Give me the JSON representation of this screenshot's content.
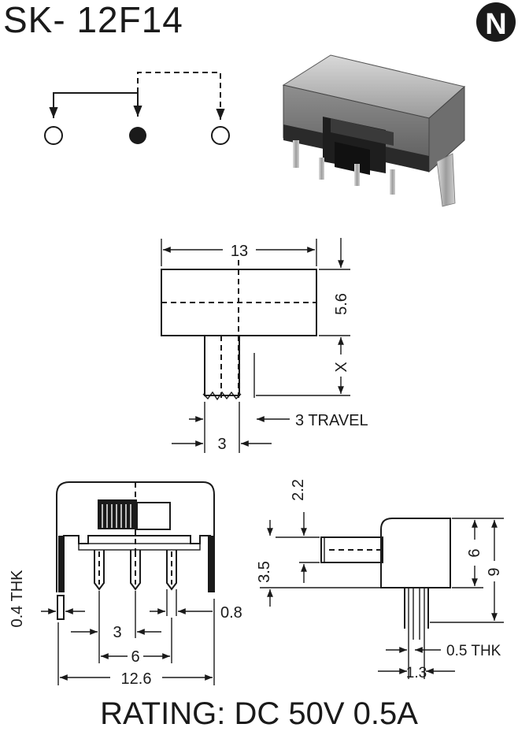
{
  "title": "SK- 12F14",
  "logo_letter": "N",
  "rating": "RATING: DC 50V 0.5A",
  "top_view": {
    "width_label": "13",
    "height_label": "5.6",
    "x_label": "X",
    "travel_label": "3 TRAVEL",
    "knob_width_label": "3"
  },
  "front_view": {
    "thk_label": "0.4 THK",
    "pin_pitch_label": "3",
    "pin_width_label": "0.8",
    "pin_span_label": "6",
    "total_width_label": "12.6"
  },
  "side_view": {
    "knob_label": "2.2",
    "knob_offset_label": "3.5",
    "body_height_label": "6",
    "total_height_label": "9",
    "thk_label": "0.5 THK",
    "pin_pitch_label": "1.3"
  }
}
